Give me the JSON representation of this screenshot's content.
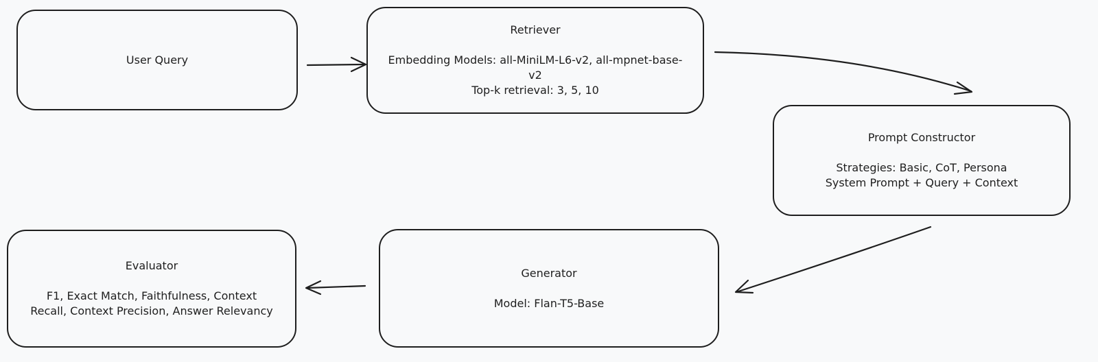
{
  "diagram": {
    "nodes": {
      "user_query": {
        "title": "User Query"
      },
      "retriever": {
        "title": "Retriever",
        "lines": [
          "Embedding Models: all-MiniLM-L6-v2, all-mpnet-base-",
          "v2",
          "Top-k retrieval: 3, 5, 10"
        ]
      },
      "prompt_constructor": {
        "title": "Prompt Constructor",
        "lines": [
          "Strategies: Basic, CoT, Persona",
          "System Prompt + Query + Context"
        ]
      },
      "generator": {
        "title": "Generator",
        "lines": [
          "Model: Flan-T5-Base"
        ]
      },
      "evaluator": {
        "title": "Evaluator",
        "lines": [
          "F1, Exact Match, Faithfulness, Context",
          "Recall, Context Precision, Answer Relevancy"
        ]
      }
    },
    "edges": [
      {
        "from": "user_query",
        "to": "retriever"
      },
      {
        "from": "retriever",
        "to": "prompt_constructor"
      },
      {
        "from": "prompt_constructor",
        "to": "generator"
      },
      {
        "from": "generator",
        "to": "evaluator"
      }
    ],
    "colors": {
      "stroke": "#1e1e1e",
      "background": "#f8f9fa"
    }
  }
}
